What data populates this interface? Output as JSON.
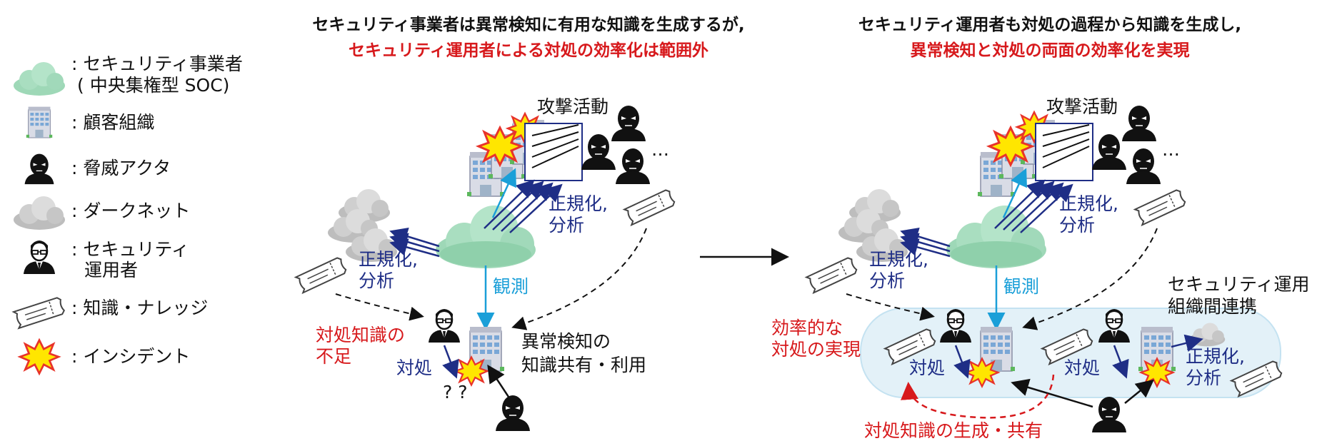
{
  "header": {
    "left_line1": "セキュリティ事業者は異常検知に有用な知識を生成するが,",
    "left_line2": "セキュリティ運用者による対処の効率化は範囲外",
    "right_line1": "セキュリティ運用者も対処の過程から知識を生成し,",
    "right_line2": "異常検知と対処の両面の効率化を実現"
  },
  "legend": {
    "cloud_green_line1": ": セキュリティ事業者",
    "cloud_green_line2": "( 中央集権型 SOC)",
    "building": ": 顧客組織",
    "threat": ": 脅威アクタ",
    "darknet": ": ダークネット",
    "operator_line1": ": セキュリティ",
    "operator_line2": "運用者",
    "knowledge": ": 知識・ナレッジ",
    "incident": ": インシデント"
  },
  "left_panel": {
    "attack": "攻撃活動",
    "dots": "…",
    "normalize_right_1": "正規化,",
    "normalize_right_2": "分析",
    "normalize_left_1": "正規化,",
    "normalize_left_2": "分析",
    "observe": "観測",
    "lack_1": "対処知識の",
    "lack_2": "不足",
    "respond": "対処",
    "question": "? ?",
    "share_1": "異常検知の",
    "share_2": "知識共有・利用"
  },
  "right_panel": {
    "attack": "攻撃活動",
    "dots": "…",
    "normalize_right_1": "正規化,",
    "normalize_right_2": "分析",
    "normalize_left_1": "正規化,",
    "normalize_left_2": "分析",
    "observe": "観測",
    "collab_1": "セキュリティ運用",
    "collab_2": "組織間連携",
    "efficient_1": "効率的な",
    "efficient_2": "対処の実現",
    "respond_1": "対処",
    "respond_2": "対処",
    "normalize_local_1": "正規化,",
    "normalize_local_2": "分析",
    "generate_share": "対処知識の生成・共有"
  },
  "colors": {
    "black": "#111111",
    "red": "#d7191c",
    "blue_text": "#1f2e86",
    "cyan": "#1a9fd8",
    "green_cloud": "#9ed8b7",
    "gray_cloud": "#c9c9c9",
    "incident_yellow": "#ffe600",
    "incident_red": "#e8332a",
    "collab_fill": "#e3f1f8"
  }
}
